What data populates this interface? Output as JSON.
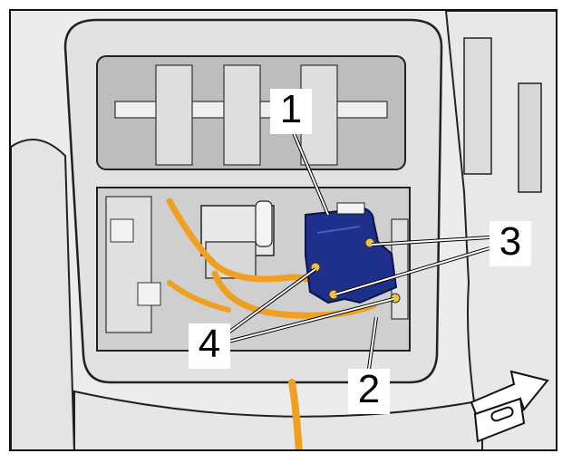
{
  "callouts": {
    "c1": "1",
    "c2": "2",
    "c3": "3",
    "c4": "4"
  },
  "colors": {
    "component": "#1e2f8c",
    "cable": "#f0a020",
    "trim": "#e2e2e2",
    "outline": "#222222",
    "leader": "#ffffff"
  },
  "icons": {
    "direction": "forward-arrow-icon"
  }
}
